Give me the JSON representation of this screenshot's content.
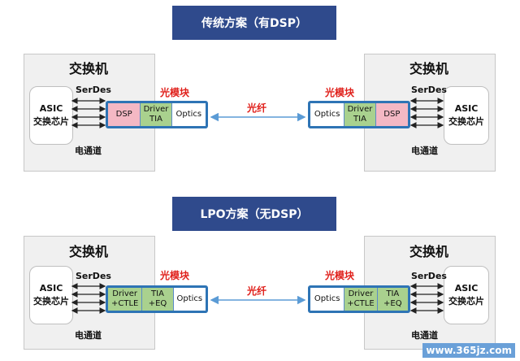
{
  "colors": {
    "title_bg": "#2f4a8c",
    "module_border": "#2e74b5",
    "dsp_fill": "#f4b8c4",
    "driver_fill": "#a9d18e",
    "optics_fill": "#ffffff",
    "label_red": "#e0201b",
    "arrow": "#5b9bd5"
  },
  "top": {
    "title": "传统方案（有DSP）",
    "left_switch": {
      "title": "交换机",
      "asic_line1": "ASIC",
      "asic_line2": "交换芯片",
      "serdes": "SerDes",
      "channel": "电通道",
      "module_label": "光模块",
      "cells": [
        {
          "label": "DSP",
          "fill": "dsp"
        },
        {
          "label": "Driver\nTIA",
          "fill": "driver"
        },
        {
          "label": "Optics",
          "fill": "optics"
        }
      ]
    },
    "fiber": "光纤",
    "right_switch": {
      "title": "交换机",
      "asic_line1": "ASIC",
      "asic_line2": "交换芯片",
      "serdes": "SerDes",
      "channel": "电通道",
      "module_label": "光模块",
      "cells": [
        {
          "label": "Optics",
          "fill": "optics"
        },
        {
          "label": "Driver\nTIA",
          "fill": "driver"
        },
        {
          "label": "DSP",
          "fill": "dsp"
        }
      ]
    }
  },
  "bottom": {
    "title": "LPO方案（无DSP）",
    "left_switch": {
      "title": "交换机",
      "asic_line1": "ASIC",
      "asic_line2": "交换芯片",
      "serdes": "SerDes",
      "channel": "电通道",
      "module_label": "光模块",
      "cells": [
        {
          "label": "Driver\n+CTLE",
          "fill": "driver"
        },
        {
          "label": "TIA\n+EQ",
          "fill": "driver"
        },
        {
          "label": "Optics",
          "fill": "optics"
        }
      ]
    },
    "fiber": "光纤",
    "right_switch": {
      "title": "交换机",
      "asic_line1": "ASIC",
      "asic_line2": "交换芯片",
      "serdes": "SerDes",
      "channel": "电通道",
      "module_label": "光模块",
      "cells": [
        {
          "label": "Optics",
          "fill": "optics"
        },
        {
          "label": "Driver\n+CTLE",
          "fill": "driver"
        },
        {
          "label": "TIA\n+EQ",
          "fill": "driver"
        }
      ]
    }
  },
  "watermark": "www.365jz.com"
}
